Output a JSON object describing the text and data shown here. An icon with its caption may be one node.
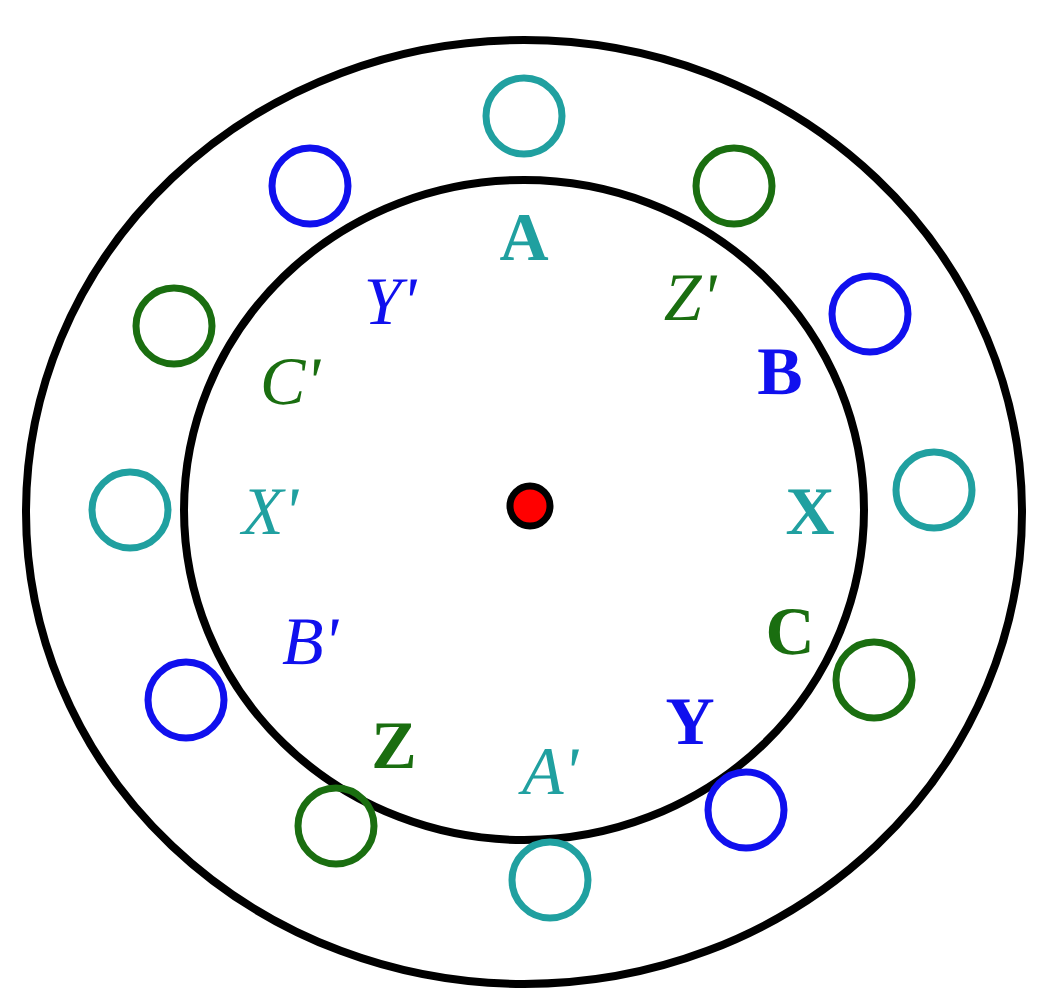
{
  "diagram": {
    "labels": [
      "A",
      "Y'",
      "Z'",
      "C'",
      "B",
      "X'",
      "X",
      "B'",
      "C",
      "Z",
      "Y",
      "A'"
    ]
  }
}
